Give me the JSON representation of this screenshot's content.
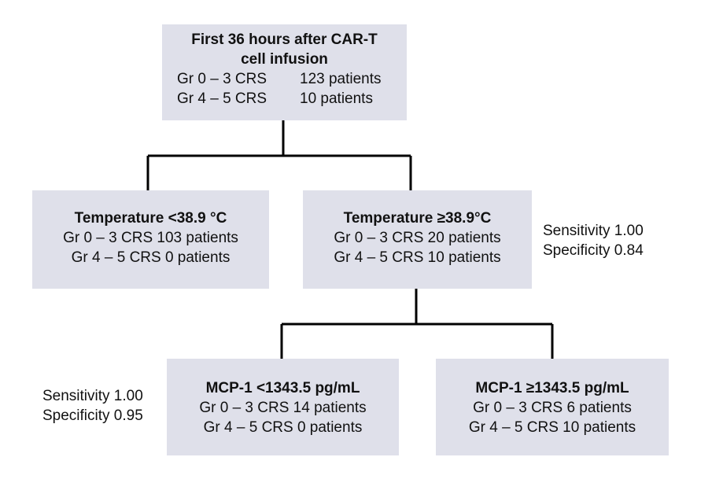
{
  "root": {
    "title_line1": "First 36 hours after CAR-T",
    "title_line2": "cell infusion",
    "rows": [
      {
        "label": "Gr 0 – 3 CRS",
        "value": "123 patients"
      },
      {
        "label": "Gr 4 – 5 CRS",
        "value": "10 patients"
      }
    ]
  },
  "temp_low": {
    "title": "Temperature <38.9 °C",
    "rows": [
      "Gr 0 – 3 CRS 103 patients",
      "Gr 4 – 5 CRS 0 patients"
    ]
  },
  "temp_high": {
    "title": "Temperature ≥38.9°C",
    "rows": [
      "Gr 0 – 3 CRS 20 patients",
      "Gr 4 – 5 CRS 10 patients"
    ],
    "sensitivity": "Sensitivity 1.00",
    "specificity": "Specificity 0.84"
  },
  "mcp_low": {
    "title": "MCP-1 <1343.5 pg/mL",
    "rows": [
      "Gr 0 – 3 CRS 14 patients",
      "Gr 4 – 5 CRS 0 patients"
    ],
    "sensitivity": "Sensitivity 1.00",
    "specificity": "Specificity 0.95"
  },
  "mcp_high": {
    "title": "MCP-1 ≥1343.5 pg/mL",
    "rows": [
      "Gr 0 – 3 CRS 6 patients",
      "Gr 4 – 5 CRS 10 patients"
    ]
  },
  "colors": {
    "box_fill": "#dfe0ea",
    "connector": "#000000"
  }
}
